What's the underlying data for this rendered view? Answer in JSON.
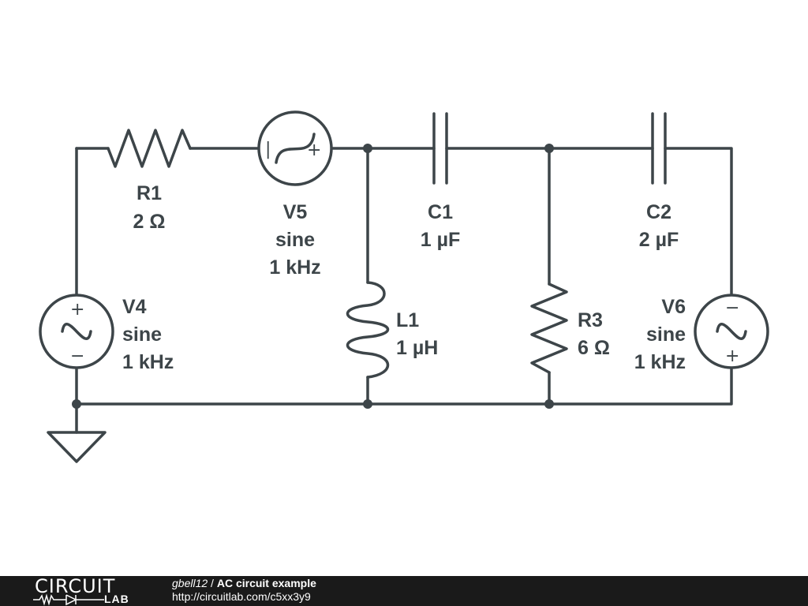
{
  "components": {
    "r1": {
      "name": "R1",
      "value": "2 Ω"
    },
    "v5": {
      "name": "V5",
      "type": "sine",
      "freq": "1 kHz"
    },
    "c1": {
      "name": "C1",
      "value": "1 µF"
    },
    "c2": {
      "name": "C2",
      "value": "2 µF"
    },
    "v4": {
      "name": "V4",
      "type": "sine",
      "freq": "1 kHz"
    },
    "l1": {
      "name": "L1",
      "value": "1 µH"
    },
    "r3": {
      "name": "R3",
      "value": "6 Ω"
    },
    "v6": {
      "name": "V6",
      "type": "sine",
      "freq": "1 kHz"
    }
  },
  "symbols": {
    "plus": "+",
    "minus": "−",
    "bar": "|"
  },
  "footer": {
    "logo_top": "CIRCUIT",
    "logo_bottom": "LAB",
    "author": "gbell12",
    "separator": " / ",
    "title": "AC circuit example",
    "url": "http://circuitlab.com/c5xx3y9"
  },
  "colors": {
    "ink": "#3d4549",
    "footer_bg": "#1a1a1a"
  }
}
